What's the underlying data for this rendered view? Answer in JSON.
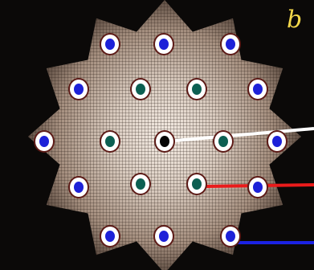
{
  "figure": {
    "panel_label": "b",
    "colors": {
      "background": "#0b0908",
      "specimen_dark": "#3a2c24",
      "specimen_mid": "#a58f7f",
      "specimen_light": "#f4ece4",
      "marker_outline": "#ffffff",
      "marker_outer_ring": "#5c1a16",
      "marker_blue": "#1d21d8",
      "marker_teal": "#0c5f52",
      "marker_center": "#050505",
      "line_white": "#ffffff",
      "line_red": "#ea1b1b",
      "line_blue": "#1b22e3",
      "label_yellow": "#f2d74a"
    },
    "marker_rings": [
      "outer",
      "inner",
      "center"
    ]
  }
}
